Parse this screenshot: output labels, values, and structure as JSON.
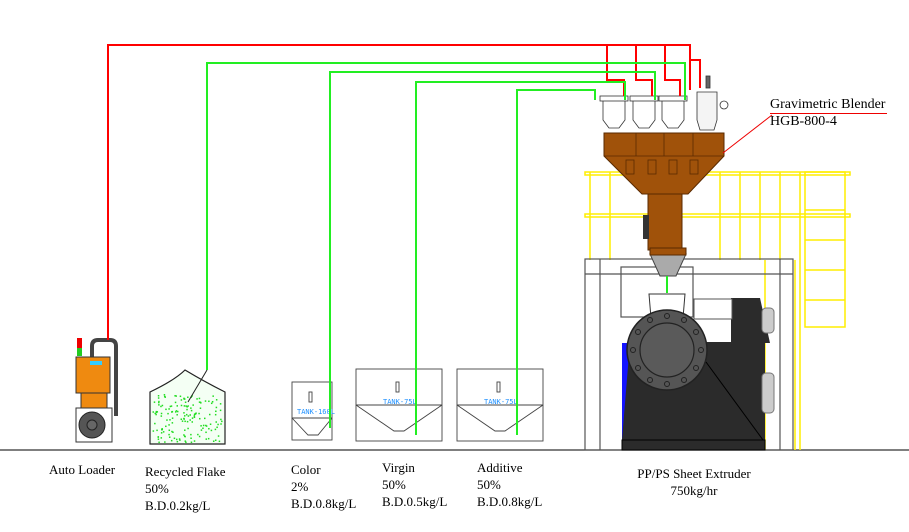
{
  "blender": {
    "name": "Gravimetric Blender",
    "model": "HGB-800-4"
  },
  "equipment": [
    {
      "id": "auto-loader",
      "name": "Auto Loader"
    },
    {
      "id": "recycled-flake",
      "name": "Recycled Flake",
      "ratio": "50%",
      "bulk_density": "B.D.0.2kg/L"
    },
    {
      "id": "color",
      "name": "Color",
      "ratio": "2%",
      "bulk_density": "B.D.0.8kg/L",
      "tank": "TANK-160L"
    },
    {
      "id": "virgin",
      "name": "Virgin",
      "ratio": "50%",
      "bulk_density": "B.D.0.5kg/L",
      "tank": "TANK-75L"
    },
    {
      "id": "additive",
      "name": "Additive",
      "ratio": "50%",
      "bulk_density": "B.D.0.8kg/L",
      "tank": "TANK-75L"
    }
  ],
  "extruder": {
    "name": "PP/PS Sheet Extruder",
    "capacity": "750kg/hr"
  },
  "colors": {
    "vacuum_line": "#ff0000",
    "material_line": "#22ee22",
    "blender_body": "#a0520a",
    "platform": "#ffff00",
    "extruder_body": "#2b2b2b"
  }
}
